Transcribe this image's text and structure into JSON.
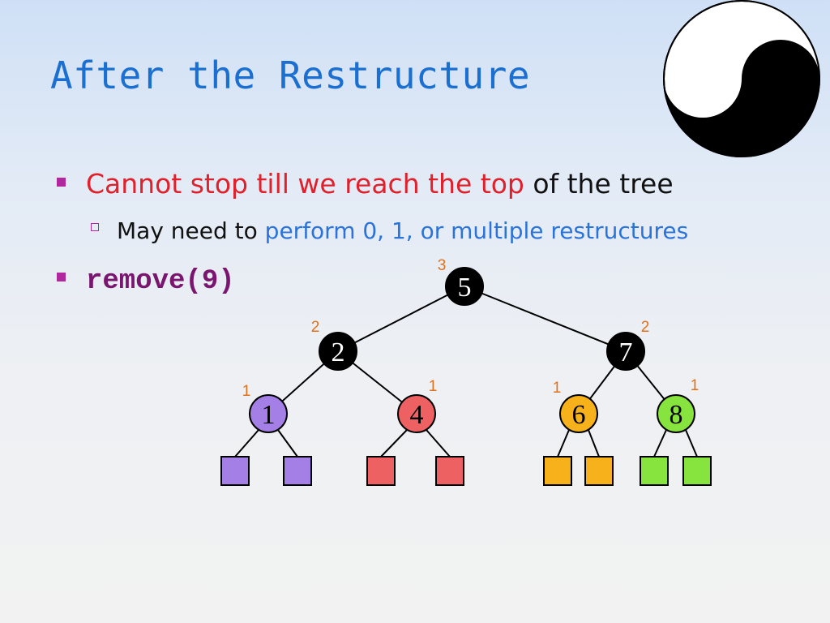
{
  "slide": {
    "title": "After the Restructure"
  },
  "bullets": [
    {
      "red_text": "Cannot stop till we reach the top",
      "rest_text": " of the tree"
    },
    {
      "prefix_text": "May need to ",
      "blue_text": "perform 0, 1, or multiple restructures"
    },
    {
      "code_text": "remove(9)"
    }
  ],
  "tree": {
    "nodes": [
      {
        "key": "5",
        "height": "3",
        "color": "#000000",
        "text_color": "#ffffff"
      },
      {
        "key": "2",
        "height": "2",
        "color": "#000000",
        "text_color": "#ffffff"
      },
      {
        "key": "7",
        "height": "2",
        "color": "#000000",
        "text_color": "#ffffff"
      },
      {
        "key": "1",
        "height": "1",
        "color": "#a47fe6",
        "text_color": "#000000"
      },
      {
        "key": "4",
        "height": "1",
        "color": "#ee6163",
        "text_color": "#000000"
      },
      {
        "key": "6",
        "height": "1",
        "color": "#f7b21b",
        "text_color": "#000000"
      },
      {
        "key": "8",
        "height": "1",
        "color": "#87e33e",
        "text_color": "#000000"
      }
    ],
    "edges": [
      [
        "5",
        "2"
      ],
      [
        "5",
        "7"
      ],
      [
        "2",
        "1"
      ],
      [
        "2",
        "4"
      ],
      [
        "7",
        "6"
      ],
      [
        "7",
        "8"
      ]
    ],
    "leaf_colors": [
      "#a47fe6",
      "#a47fe6",
      "#ee6163",
      "#ee6163",
      "#f7b21b",
      "#f7b21b",
      "#87e33e",
      "#87e33e"
    ]
  },
  "icons": {
    "decoration": "yin-yang-icon"
  }
}
